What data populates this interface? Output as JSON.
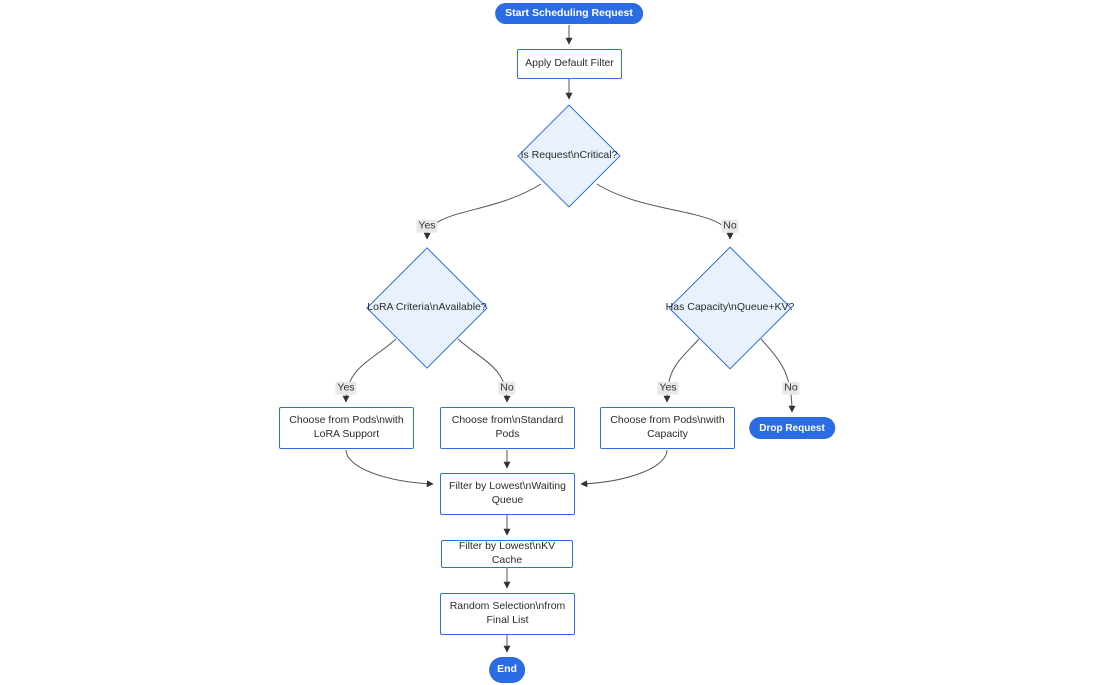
{
  "diagram": {
    "type": "flowchart",
    "direction": "top-down",
    "colors": {
      "node_border": "#2f6ee2",
      "process_fill": "#ffffff",
      "decision_fill": "#e9f2fc",
      "terminal_fill": "#2b6be4",
      "terminal_text": "#ffffff",
      "edge": "#555555",
      "arrowhead": "#333333",
      "text": "#2b2b2b",
      "edge_label_bg": "#e8e8e8"
    },
    "nodes": [
      {
        "id": "start",
        "shape": "stadium",
        "label": "Start Scheduling Request"
      },
      {
        "id": "apply_filter",
        "shape": "rect",
        "label": "Apply Default Filter"
      },
      {
        "id": "is_critical",
        "shape": "diamond",
        "label": "Is Request\\nCritical?"
      },
      {
        "id": "lora_criteria",
        "shape": "diamond",
        "label": "LoRA Criteria\\nAvailable?"
      },
      {
        "id": "has_capacity",
        "shape": "diamond",
        "label": "Has Capacity\\nQueue+KV?"
      },
      {
        "id": "choose_lora",
        "shape": "rect",
        "label": "Choose from Pods\\nwith LoRA Support"
      },
      {
        "id": "choose_standard",
        "shape": "rect",
        "label": "Choose from\\nStandard Pods"
      },
      {
        "id": "choose_capacity",
        "shape": "rect",
        "label": "Choose from Pods\\nwith Capacity"
      },
      {
        "id": "drop_request",
        "shape": "stadium",
        "label": "Drop Request"
      },
      {
        "id": "filter_queue",
        "shape": "rect",
        "label": "Filter by Lowest\\nWaiting Queue"
      },
      {
        "id": "filter_kv",
        "shape": "rect",
        "label": "Filter by Lowest\\nKV Cache"
      },
      {
        "id": "random_selection",
        "shape": "rect",
        "label": "Random Selection\\nfrom Final List"
      },
      {
        "id": "end",
        "shape": "stadium",
        "label": "End"
      }
    ],
    "edges": [
      {
        "from": "start",
        "to": "apply_filter",
        "label": ""
      },
      {
        "from": "apply_filter",
        "to": "is_critical",
        "label": ""
      },
      {
        "from": "is_critical",
        "to": "lora_criteria",
        "label": "Yes"
      },
      {
        "from": "is_critical",
        "to": "has_capacity",
        "label": "No"
      },
      {
        "from": "lora_criteria",
        "to": "choose_lora",
        "label": "Yes"
      },
      {
        "from": "lora_criteria",
        "to": "choose_standard",
        "label": "No"
      },
      {
        "from": "has_capacity",
        "to": "choose_capacity",
        "label": "Yes"
      },
      {
        "from": "has_capacity",
        "to": "drop_request",
        "label": "No"
      },
      {
        "from": "choose_lora",
        "to": "filter_queue",
        "label": ""
      },
      {
        "from": "choose_standard",
        "to": "filter_queue",
        "label": ""
      },
      {
        "from": "choose_capacity",
        "to": "filter_queue",
        "label": ""
      },
      {
        "from": "filter_queue",
        "to": "filter_kv",
        "label": ""
      },
      {
        "from": "filter_kv",
        "to": "random_selection",
        "label": ""
      },
      {
        "from": "random_selection",
        "to": "end",
        "label": ""
      }
    ]
  }
}
